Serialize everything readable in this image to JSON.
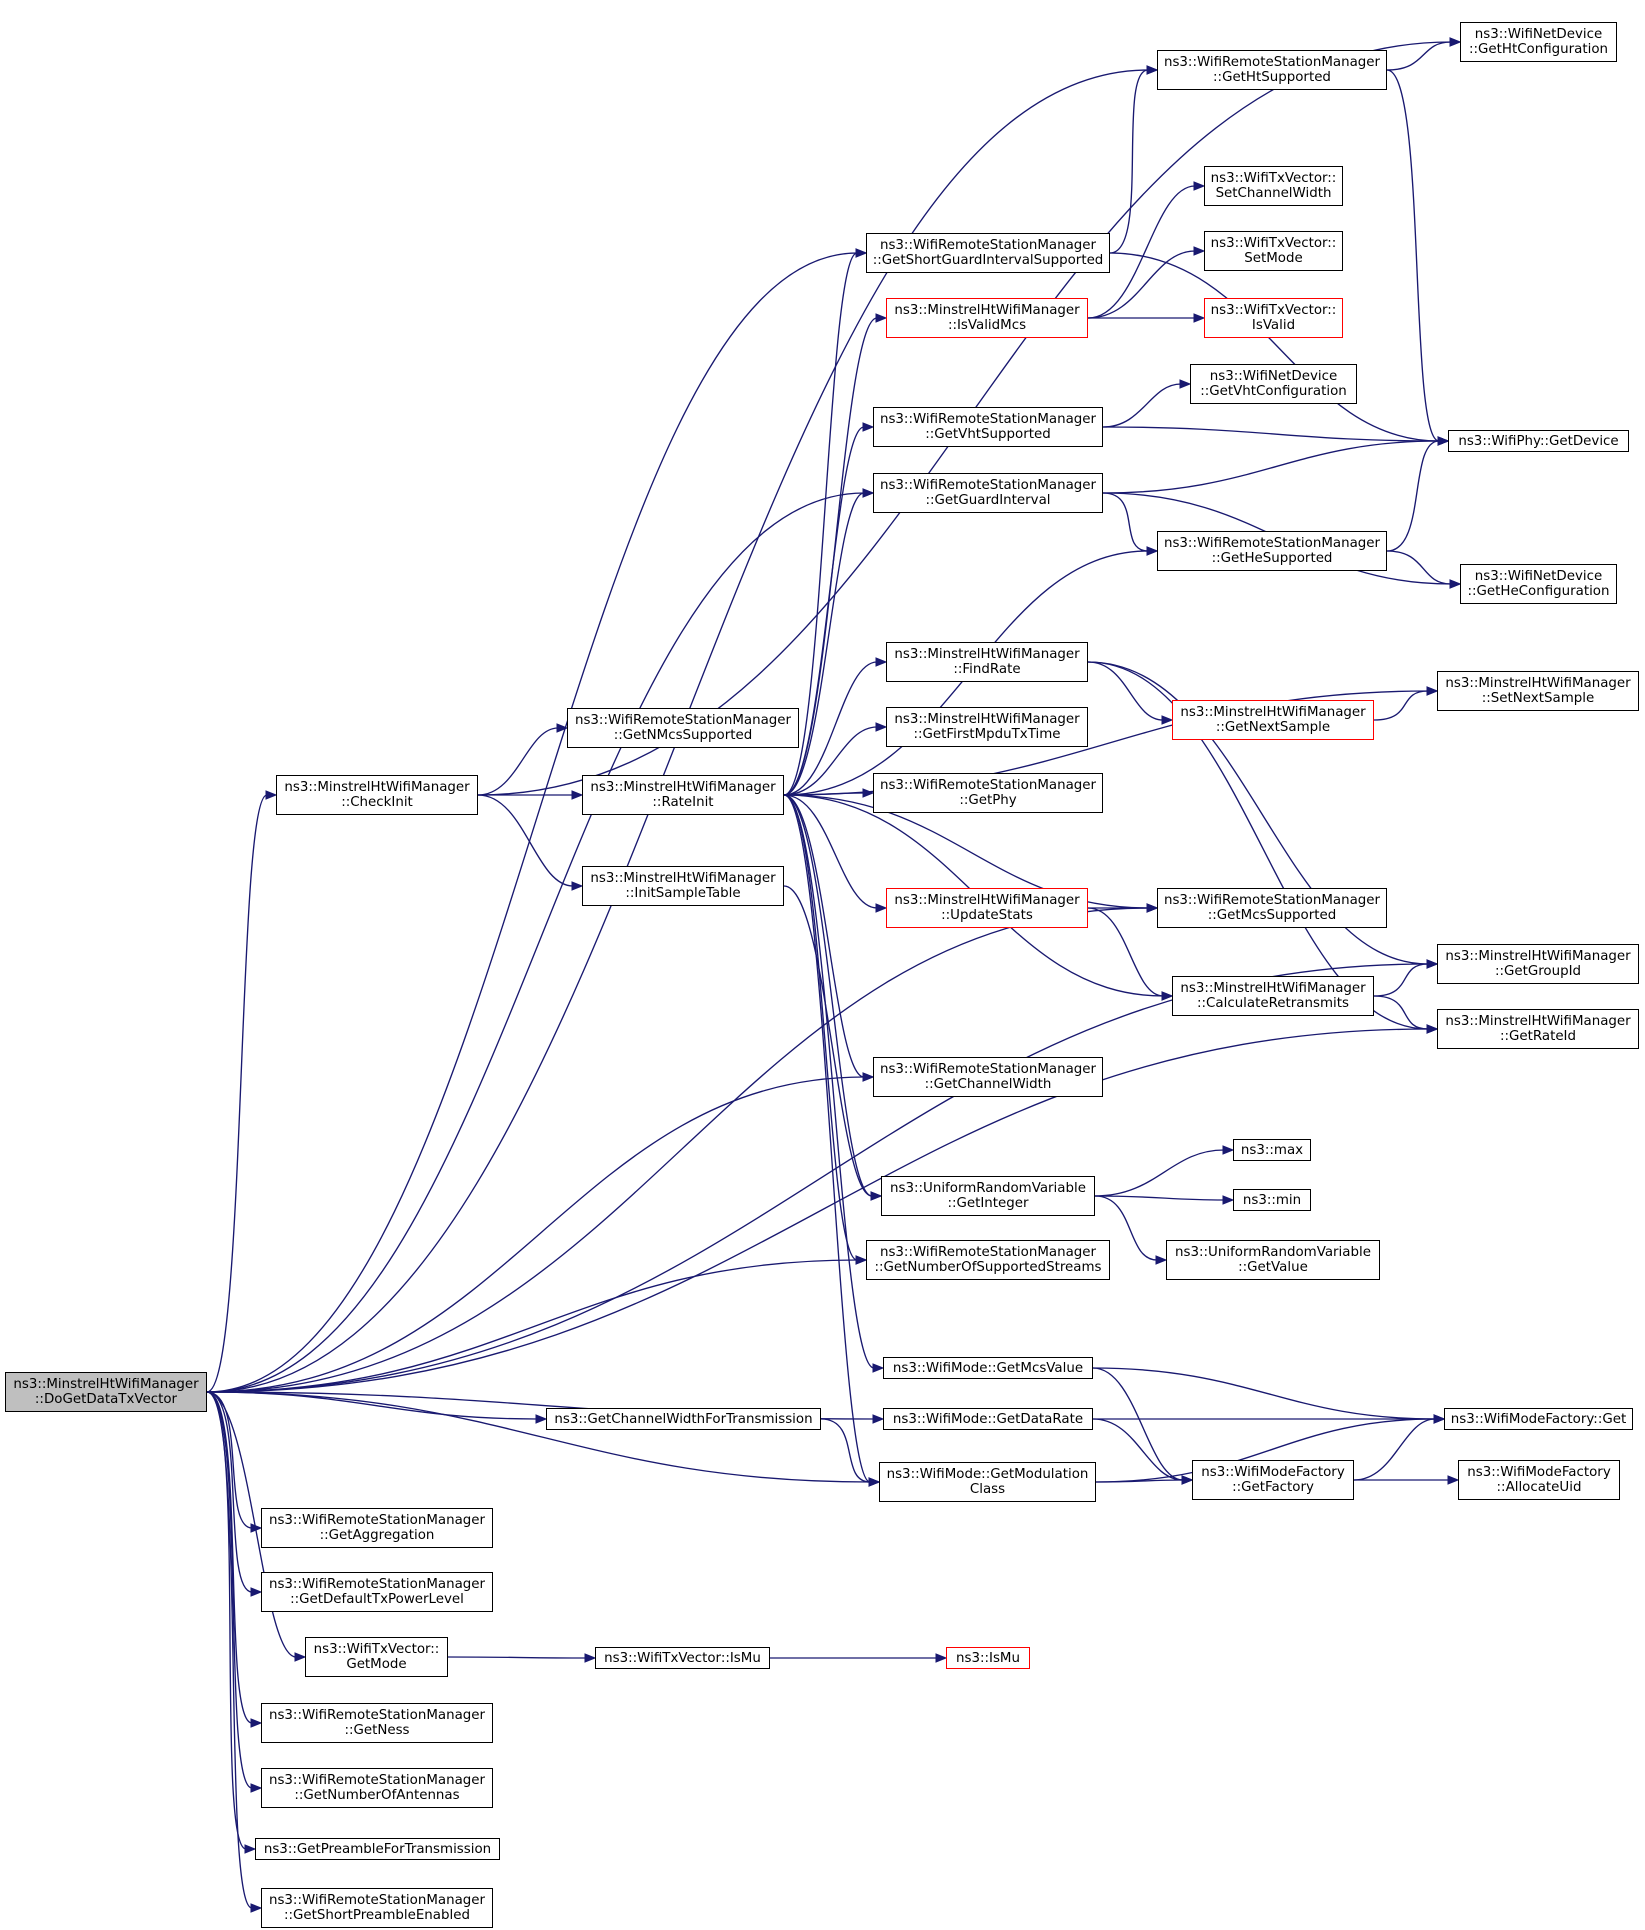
{
  "graph": {
    "edge_color": "#191970",
    "node_border_color": "#000000",
    "highlight_border_color": "#ff0000",
    "root_fill": "#bfbfbf",
    "nodes": {
      "root": {
        "lines": [
          "ns3::MinstrelHtWifiManager",
          "::DoGetDataTxVector"
        ],
        "style": "root"
      },
      "checkinit": {
        "lines": [
          "ns3::MinstrelHtWifiManager",
          "::CheckInit"
        ]
      },
      "getnmcs": {
        "lines": [
          "ns3::WifiRemoteStationManager",
          "::GetNMcsSupported"
        ]
      },
      "rateinit": {
        "lines": [
          "ns3::MinstrelHtWifiManager",
          "::RateInit"
        ]
      },
      "initsample": {
        "lines": [
          "ns3::MinstrelHtWifiManager",
          "::InitSampleTable"
        ]
      },
      "getsgi": {
        "lines": [
          "ns3::WifiRemoteStationManager",
          "::GetShortGuardIntervalSupported"
        ]
      },
      "isvalidmcs": {
        "lines": [
          "ns3::MinstrelHtWifiManager",
          "::IsValidMcs"
        ],
        "style": "red"
      },
      "getvht": {
        "lines": [
          "ns3::WifiRemoteStationManager",
          "::GetVhtSupported"
        ]
      },
      "getgi": {
        "lines": [
          "ns3::WifiRemoteStationManager",
          "::GetGuardInterval"
        ]
      },
      "findrate": {
        "lines": [
          "ns3::MinstrelHtWifiManager",
          "::FindRate"
        ]
      },
      "getfirstmpdu": {
        "lines": [
          "ns3::MinstrelHtWifiManager",
          "::GetFirstMpduTxTime"
        ]
      },
      "getphy": {
        "lines": [
          "ns3::WifiRemoteStationManager",
          "::GetPhy"
        ]
      },
      "updatestats": {
        "lines": [
          "ns3::MinstrelHtWifiManager",
          "::UpdateStats"
        ],
        "style": "red"
      },
      "getchwidth": {
        "lines": [
          "ns3::WifiRemoteStationManager",
          "::GetChannelWidth"
        ]
      },
      "getinteger": {
        "lines": [
          "ns3::UniformRandomVariable",
          "::GetInteger"
        ]
      },
      "getnss": {
        "lines": [
          "ns3::WifiRemoteStationManager",
          "::GetNumberOfSupportedStreams"
        ]
      },
      "getmcsvalue": {
        "lines": [
          "ns3::WifiMode::GetMcsValue"
        ]
      },
      "getdatarate": {
        "lines": [
          "ns3::WifiMode::GetDataRate"
        ]
      },
      "getmodclass": {
        "lines": [
          "ns3::WifiMode::GetModulation",
          "Class"
        ]
      },
      "getcwft": {
        "lines": [
          "ns3::GetChannelWidthForTransmission"
        ]
      },
      "getagg": {
        "lines": [
          "ns3::WifiRemoteStationManager",
          "::GetAggregation"
        ]
      },
      "getdefpow": {
        "lines": [
          "ns3::WifiRemoteStationManager",
          "::GetDefaultTxPowerLevel"
        ]
      },
      "txvgetmode": {
        "lines": [
          "ns3::WifiTxVector::",
          "GetMode"
        ]
      },
      "txvismu": {
        "lines": [
          "ns3::WifiTxVector::IsMu"
        ]
      },
      "ismu": {
        "lines": [
          "ns3::IsMu"
        ],
        "style": "red"
      },
      "getness": {
        "lines": [
          "ns3::WifiRemoteStationManager",
          "::GetNess"
        ]
      },
      "getnant": {
        "lines": [
          "ns3::WifiRemoteStationManager",
          "::GetNumberOfAntennas"
        ]
      },
      "getpreamble": {
        "lines": [
          "ns3::GetPreambleForTransmission"
        ]
      },
      "getshortpre": {
        "lines": [
          "ns3::WifiRemoteStationManager",
          "::GetShortPreambleEnabled"
        ]
      },
      "getht": {
        "lines": [
          "ns3::WifiRemoteStationManager",
          "::GetHtSupported"
        ]
      },
      "getheman": {
        "lines": [
          "ns3::WifiRemoteStationManager",
          "::GetHeSupported"
        ]
      },
      "getmcssup": {
        "lines": [
          "ns3::WifiRemoteStationManager",
          "::GetMcsSupported"
        ]
      },
      "calcretx": {
        "lines": [
          "ns3::MinstrelHtWifiManager",
          "::CalculateRetransmits"
        ]
      },
      "getnextsample": {
        "lines": [
          "ns3::MinstrelHtWifiManager",
          "::GetNextSample"
        ],
        "style": "red"
      },
      "txvsetcw": {
        "lines": [
          "ns3::WifiTxVector::",
          "SetChannelWidth"
        ]
      },
      "txvsetmode": {
        "lines": [
          "ns3::WifiTxVector::",
          "SetMode"
        ]
      },
      "txvisvalid": {
        "lines": [
          "ns3::WifiTxVector::",
          "IsValid"
        ],
        "style": "red"
      },
      "getvhtconf": {
        "lines": [
          "ns3::WifiNetDevice",
          "::GetVhtConfiguration"
        ]
      },
      "max": {
        "lines": [
          "ns3::max"
        ]
      },
      "min": {
        "lines": [
          "ns3::min"
        ]
      },
      "urvgetvalue": {
        "lines": [
          "ns3::UniformRandomVariable",
          "::GetValue"
        ]
      },
      "getfactory": {
        "lines": [
          "ns3::WifiModeFactory",
          "::GetFactory"
        ]
      },
      "gethtconf": {
        "lines": [
          "ns3::WifiNetDevice",
          "::GetHtConfiguration"
        ]
      },
      "phygetdevice": {
        "lines": [
          "ns3::WifiPhy::GetDevice"
        ]
      },
      "gethecfg": {
        "lines": [
          "ns3::WifiNetDevice",
          "::GetHeConfiguration"
        ]
      },
      "setnextsample": {
        "lines": [
          "ns3::MinstrelHtWifiManager",
          "::SetNextSample"
        ]
      },
      "getgroupid": {
        "lines": [
          "ns3::MinstrelHtWifiManager",
          "::GetGroupId"
        ]
      },
      "getrateid": {
        "lines": [
          "ns3::MinstrelHtWifiManager",
          "::GetRateId"
        ]
      },
      "wmfget": {
        "lines": [
          "ns3::WifiModeFactory::Get"
        ]
      },
      "allocuid": {
        "lines": [
          "ns3::WifiModeFactory",
          "::AllocateUid"
        ]
      }
    },
    "edges": [
      [
        "root",
        "checkinit"
      ],
      [
        "root",
        "getsgi"
      ],
      [
        "root",
        "getht"
      ],
      [
        "root",
        "getgi"
      ],
      [
        "root",
        "getmcssup"
      ],
      [
        "root",
        "getchwidth"
      ],
      [
        "root",
        "getgroupid"
      ],
      [
        "root",
        "getnss"
      ],
      [
        "root",
        "getrateid"
      ],
      [
        "root",
        "getdatarate"
      ],
      [
        "root",
        "getcwft"
      ],
      [
        "root",
        "getmodclass"
      ],
      [
        "root",
        "getagg"
      ],
      [
        "root",
        "getdefpow"
      ],
      [
        "root",
        "txvgetmode"
      ],
      [
        "root",
        "getness"
      ],
      [
        "root",
        "getnant"
      ],
      [
        "root",
        "getpreamble"
      ],
      [
        "root",
        "getshortpre"
      ],
      [
        "checkinit",
        "gethtconf"
      ],
      [
        "checkinit",
        "getnmcs"
      ],
      [
        "checkinit",
        "rateinit"
      ],
      [
        "checkinit",
        "initsample"
      ],
      [
        "initsample",
        "getinteger"
      ],
      [
        "rateinit",
        "getsgi"
      ],
      [
        "rateinit",
        "isvalidmcs"
      ],
      [
        "rateinit",
        "getvht"
      ],
      [
        "rateinit",
        "getgi"
      ],
      [
        "rateinit",
        "getheman"
      ],
      [
        "rateinit",
        "setnextsample"
      ],
      [
        "rateinit",
        "findrate"
      ],
      [
        "rateinit",
        "getfirstmpdu"
      ],
      [
        "rateinit",
        "getphy"
      ],
      [
        "rateinit",
        "updatestats"
      ],
      [
        "rateinit",
        "getmcssup"
      ],
      [
        "rateinit",
        "calcretx"
      ],
      [
        "rateinit",
        "getchwidth"
      ],
      [
        "rateinit",
        "getinteger"
      ],
      [
        "rateinit",
        "getnss"
      ],
      [
        "rateinit",
        "getmcsvalue"
      ],
      [
        "rateinit",
        "getmodclass"
      ],
      [
        "getsgi",
        "getht"
      ],
      [
        "getsgi",
        "phygetdevice"
      ],
      [
        "getht",
        "gethtconf"
      ],
      [
        "getht",
        "phygetdevice"
      ],
      [
        "isvalidmcs",
        "txvsetcw"
      ],
      [
        "isvalidmcs",
        "txvsetmode"
      ],
      [
        "isvalidmcs",
        "txvisvalid"
      ],
      [
        "getvht",
        "getvhtconf"
      ],
      [
        "getvht",
        "phygetdevice"
      ],
      [
        "getgi",
        "phygetdevice"
      ],
      [
        "getgi",
        "getheman"
      ],
      [
        "getgi",
        "gethecfg"
      ],
      [
        "getheman",
        "phygetdevice"
      ],
      [
        "getheman",
        "gethecfg"
      ],
      [
        "findrate",
        "getnextsample"
      ],
      [
        "findrate",
        "getgroupid"
      ],
      [
        "findrate",
        "getrateid"
      ],
      [
        "getnextsample",
        "setnextsample"
      ],
      [
        "updatestats",
        "getmcssup"
      ],
      [
        "updatestats",
        "calcretx"
      ],
      [
        "calcretx",
        "getgroupid"
      ],
      [
        "calcretx",
        "getrateid"
      ],
      [
        "getinteger",
        "max"
      ],
      [
        "getinteger",
        "min"
      ],
      [
        "getinteger",
        "urvgetvalue"
      ],
      [
        "getmcsvalue",
        "wmfget"
      ],
      [
        "getmcsvalue",
        "getfactory"
      ],
      [
        "getdatarate",
        "wmfget"
      ],
      [
        "getdatarate",
        "getfactory"
      ],
      [
        "getmodclass",
        "getfactory"
      ],
      [
        "getmodclass",
        "wmfget"
      ],
      [
        "getfactory",
        "wmfget"
      ],
      [
        "getfactory",
        "allocuid"
      ],
      [
        "getcwft",
        "getmodclass"
      ],
      [
        "txvgetmode",
        "txvismu"
      ],
      [
        "txvismu",
        "ismu"
      ]
    ]
  }
}
